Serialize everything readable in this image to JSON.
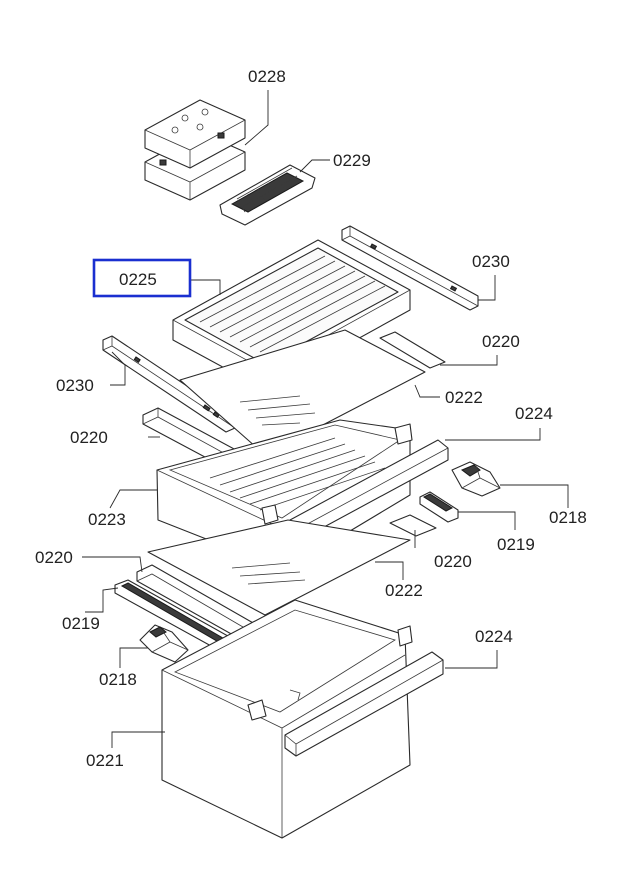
{
  "diagram": {
    "labels": {
      "p0228": "0228",
      "p0229": "0229",
      "p0225": "0225",
      "p0230a": "0230",
      "p0230b": "0230",
      "p0220a": "0220",
      "p0222a": "0222",
      "p0220b": "0220",
      "p0224a": "0224",
      "p0218a": "0218",
      "p0223": "0223",
      "p0219a": "0219",
      "p0220c": "0220",
      "p0220d": "0220",
      "p0222b": "0222",
      "p0219b": "0219",
      "p0224b": "0224",
      "p0218b": "0218",
      "p0221": "0221"
    },
    "highlight_color": "#1a2fd0",
    "highlighted_part": "0225"
  }
}
